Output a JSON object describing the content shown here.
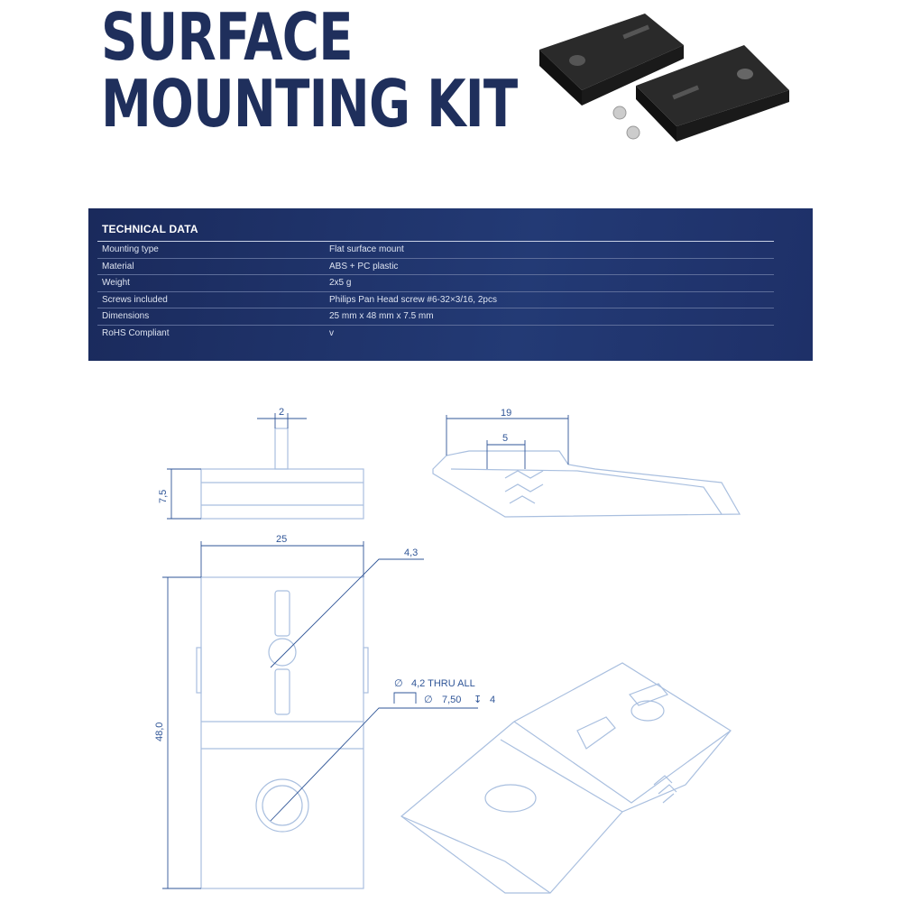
{
  "title": {
    "line1": "SURFACE",
    "line2": "MOUNTING KIT"
  },
  "technical_data": {
    "heading": "TECHNICAL DATA",
    "rows": [
      {
        "label": "Mounting type",
        "value": "Flat surface mount"
      },
      {
        "label": "Material",
        "value": "ABS + PC plastic"
      },
      {
        "label": "Weight",
        "value": "2x5 g"
      },
      {
        "label": "Screws included",
        "value": "Philips Pan Head screw #6-32×3/16, 2pcs"
      },
      {
        "label": "Dimensions",
        "value": "25 mm x 48 mm x 7.5 mm"
      },
      {
        "label": "RoHS Compliant",
        "value": "v"
      }
    ]
  },
  "drawing": {
    "dim_slot_width": "2",
    "dim_height": "7,5",
    "dim_length_top": "19",
    "dim_slot_side": "5",
    "dim_width": "25",
    "dim_slot_hole": "4,3",
    "dim_length": "48,0",
    "hole_note_1": "4,2 THRU ALL",
    "hole_note_2": "7,50",
    "hole_note_depth": "4",
    "diameter_symbol": "∅",
    "depth_symbol": "↧"
  }
}
